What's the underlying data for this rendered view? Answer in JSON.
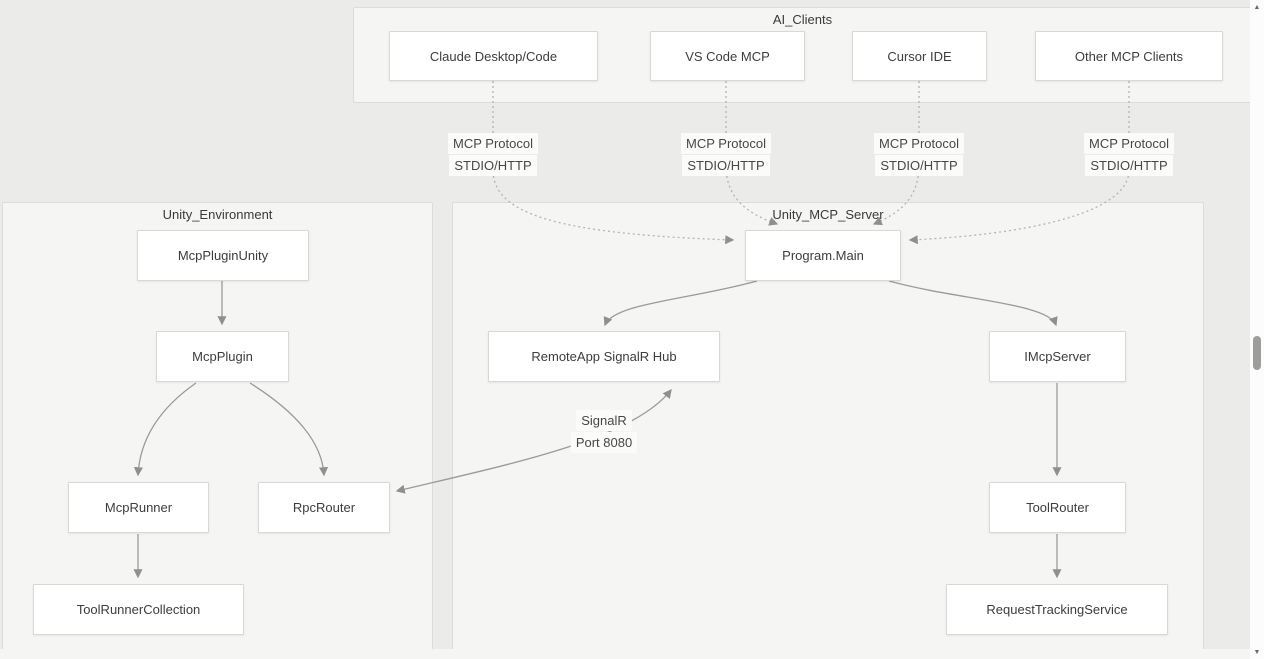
{
  "diagram": {
    "containers": {
      "ai_clients": {
        "title": "AI_Clients"
      },
      "unity_environment": {
        "title": "Unity_Environment"
      },
      "unity_mcp_server": {
        "title": "Unity_MCP_Server"
      }
    },
    "nodes": {
      "claude": {
        "label": "Claude Desktop/Code"
      },
      "vscode": {
        "label": "VS Code MCP"
      },
      "cursor": {
        "label": "Cursor IDE"
      },
      "other": {
        "label": "Other MCP Clients"
      },
      "program_main": {
        "label": "Program.Main"
      },
      "remote_hub": {
        "label": "RemoteApp SignalR Hub"
      },
      "imcpserver": {
        "label": "IMcpServer"
      },
      "toolrouter": {
        "label": "ToolRouter"
      },
      "request_tracking": {
        "label": "RequestTrackingService"
      },
      "mcp_plugin_unity": {
        "label": "McpPluginUnity"
      },
      "mcp_plugin": {
        "label": "McpPlugin"
      },
      "mcp_runner": {
        "label": "McpRunner"
      },
      "rpc_router": {
        "label": "RpcRouter"
      },
      "tool_runner_collection": {
        "label": "ToolRunnerCollection"
      }
    },
    "edge_labels": {
      "mcp1": {
        "line1": "MCP Protocol",
        "line2": "STDIO/HTTP"
      },
      "mcp2": {
        "line1": "MCP Protocol",
        "line2": "STDIO/HTTP"
      },
      "mcp3": {
        "line1": "MCP Protocol",
        "line2": "STDIO/HTTP"
      },
      "mcp4": {
        "line1": "MCP Protocol",
        "line2": "STDIO/HTTP"
      },
      "signalr": {
        "line1": "SignalR",
        "line2": "Port 8080"
      }
    },
    "colors": {
      "page_bg": "#ebebe9",
      "container_bg": "#f5f5f3",
      "container_border": "#dcdcda",
      "node_bg": "#ffffff",
      "node_border": "#d8d8d6",
      "edge_solid": "#9a9a98",
      "edge_dotted": "#b3b3b1",
      "arrow": "#8f8f8f",
      "text": "#3d3d3d"
    }
  },
  "scrollbar": {
    "up_glyph": "▲",
    "down_glyph": "▼"
  }
}
